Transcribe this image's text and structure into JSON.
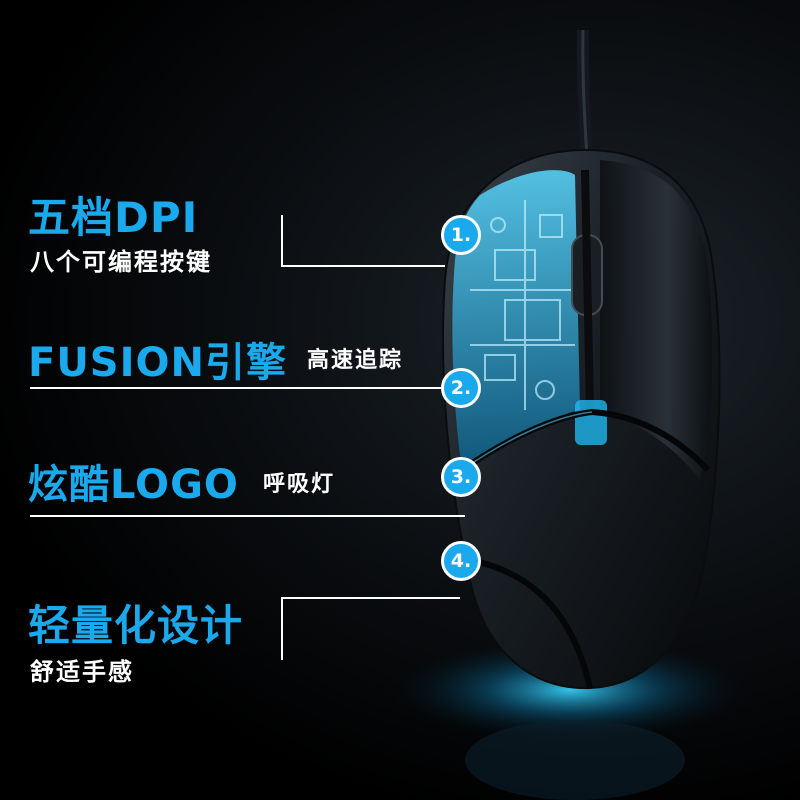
{
  "features": [
    {
      "title": "五档DPI",
      "subtitle": "八个可编程按键",
      "badge": "1."
    },
    {
      "title": "FUSION引擎",
      "subtitle": "高速追踪",
      "badge": "2."
    },
    {
      "title": "炫酷LOGO",
      "subtitle": "呼吸灯",
      "badge": "3."
    },
    {
      "title": "轻量化设计",
      "subtitle": "舒适手感",
      "badge": "4."
    }
  ],
  "colors": {
    "accent_blue": "#1aa9ec",
    "background": "#000000",
    "text_white": "#ffffff"
  }
}
